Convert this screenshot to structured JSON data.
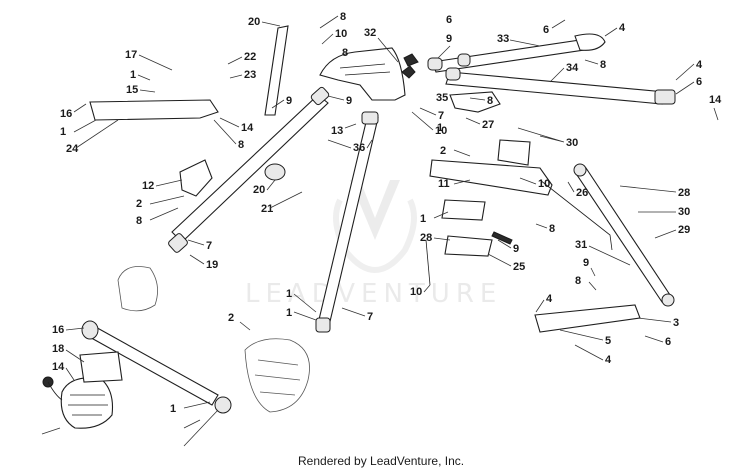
{
  "watermark": {
    "brand_text": "LEADVENTURE"
  },
  "credit": {
    "text": "Rendered by LeadVenture, Inc."
  },
  "callouts": [
    "20",
    "8",
    "10",
    "32",
    "6",
    "9",
    "33",
    "6",
    "4",
    "17",
    "1",
    "15",
    "22",
    "23",
    "8",
    "34",
    "8",
    "4",
    "6",
    "14",
    "16",
    "1",
    "24",
    "9",
    "9",
    "35",
    "8",
    "7",
    "14",
    "8",
    "13",
    "10",
    "36",
    "1",
    "27",
    "30",
    "2",
    "11",
    "10",
    "12",
    "2",
    "8",
    "20",
    "21",
    "26",
    "28",
    "30",
    "29",
    "1",
    "28",
    "9",
    "8",
    "25",
    "7",
    "19",
    "31",
    "9",
    "8",
    "10",
    "1",
    "1",
    "7",
    "4",
    "3",
    "2",
    "16",
    "18",
    "14",
    "5",
    "6",
    "4",
    "1"
  ]
}
